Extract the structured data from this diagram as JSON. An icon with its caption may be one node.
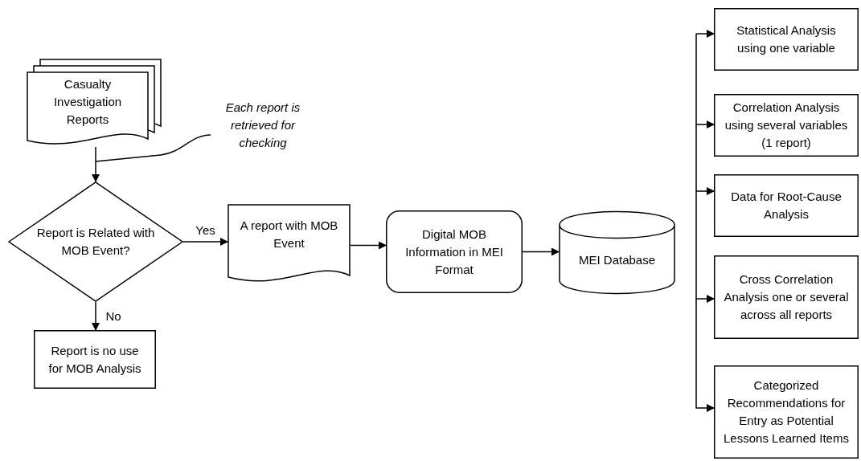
{
  "diagram": {
    "nodes": [
      {
        "text": [
          "Casualty Investigation Reports"
        ]
      },
      {
        "text": [
          "Each report is retrieved for checking"
        ]
      },
      {
        "text": [
          "Report is Related with MOB Event?"
        ]
      },
      {
        "text": [
          "Report is no use for MOB Analysis"
        ]
      },
      {
        "text": [
          "A report with MOB Event"
        ]
      },
      {
        "text": [
          "Digital MOB Information in MEI Format"
        ]
      },
      {
        "text": [
          "MEI Database"
        ]
      },
      {
        "text": [
          "Statistical Analysis using one variable"
        ]
      },
      {
        "text": [
          "Correlation Analysis using several variables (1 report)"
        ]
      },
      {
        "text": [
          "Data for Root-Cause Analysis"
        ]
      },
      {
        "text": [
          "Cross Correlation Analysis one or several across all reports"
        ]
      },
      {
        "text": [
          "Categorized Recommendations for Entry as Potential Lessons Learned Items"
        ]
      }
    ],
    "edges": [
      {
        "from": 0,
        "to": 2,
        "arrow": "to"
      },
      {
        "from": 2,
        "to": 4,
        "arrow": "to",
        "label": "Yes"
      },
      {
        "from": 2,
        "to": 3,
        "arrow": "to",
        "label": "No"
      },
      {
        "from": 4,
        "to": 5,
        "arrow": "to"
      },
      {
        "from": 5,
        "to": 6,
        "arrow": "to"
      },
      {
        "from": null,
        "to": 7,
        "arrow": "to"
      },
      {
        "from": null,
        "to": 8,
        "arrow": "to"
      },
      {
        "from": null,
        "to": 9,
        "arrow": "to"
      },
      {
        "from": null,
        "to": 10,
        "arrow": "to"
      },
      {
        "from": null,
        "to": 11,
        "arrow": "to"
      },
      {
        "from": 1,
        "to": null,
        "arrow": "none"
      }
    ]
  }
}
